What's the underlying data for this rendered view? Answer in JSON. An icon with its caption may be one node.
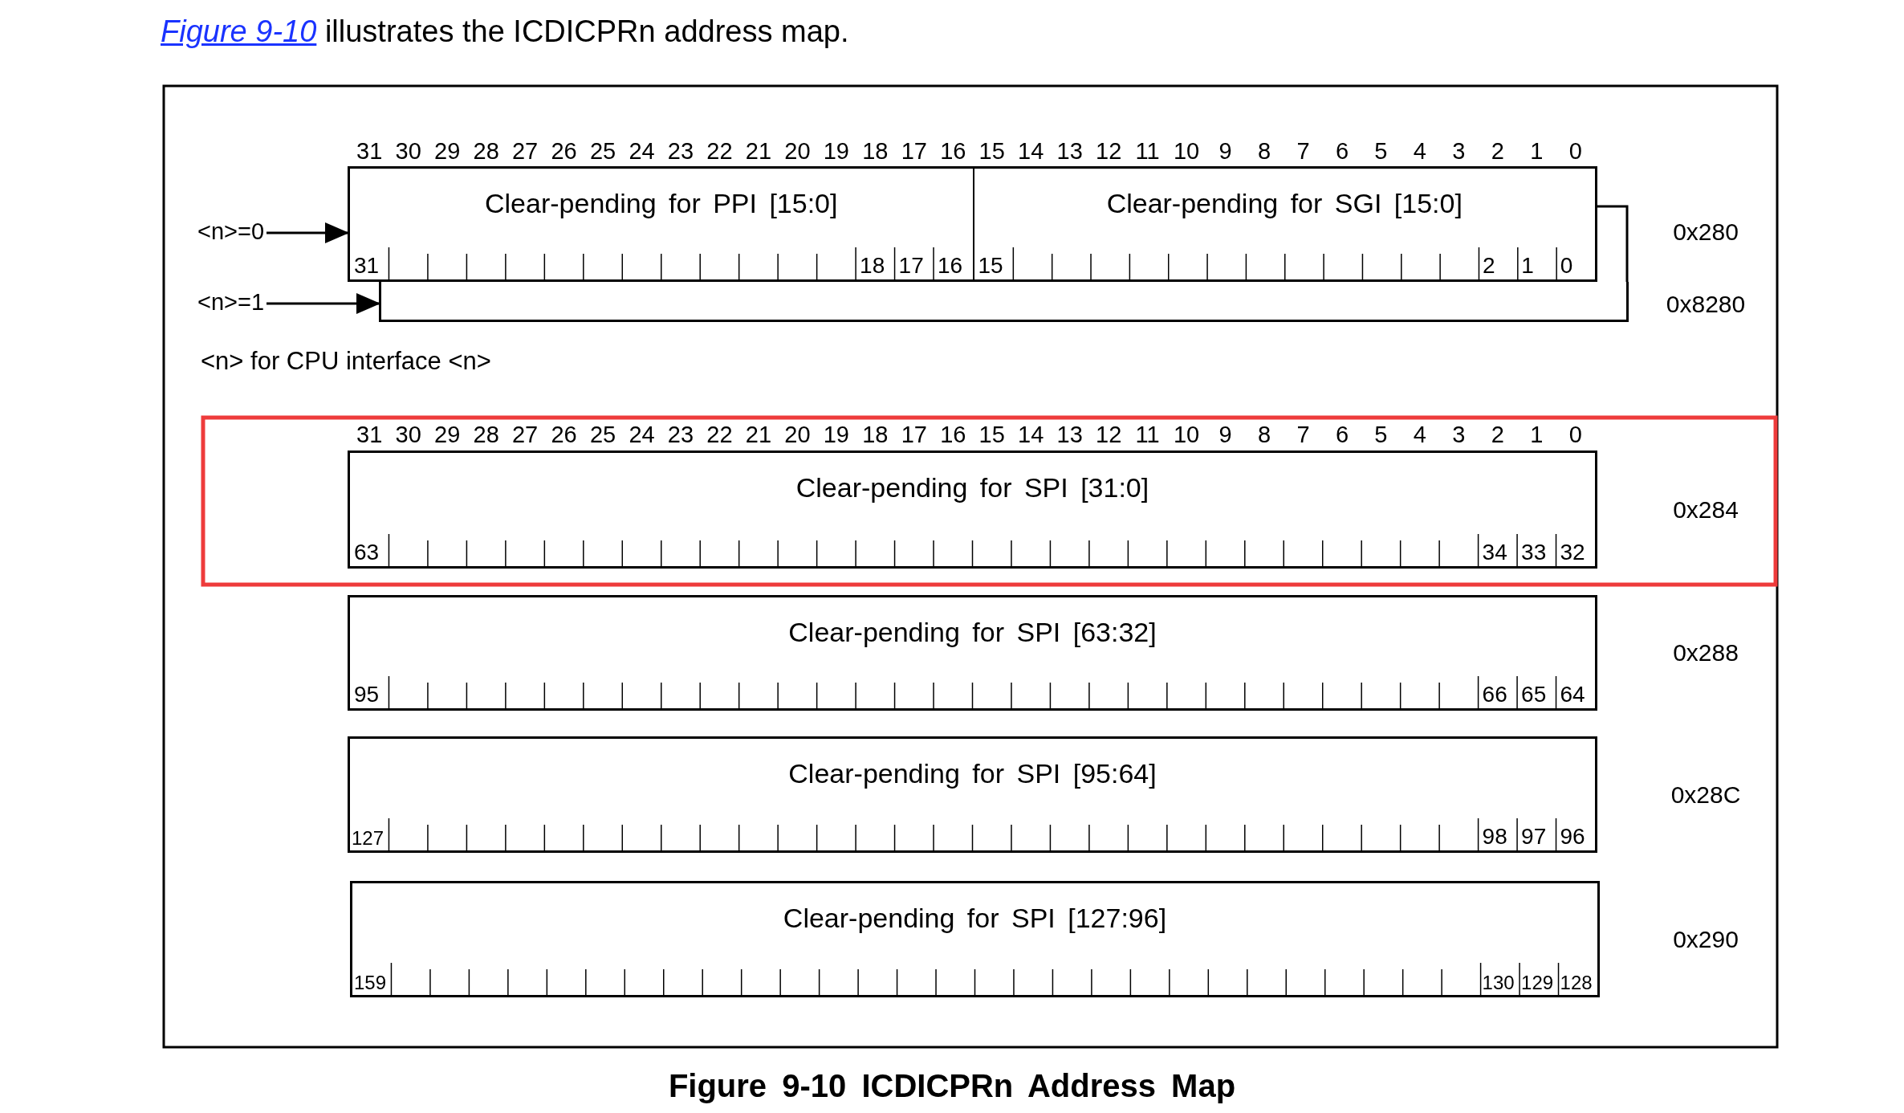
{
  "diagram": {
    "title": "*Figure 9-10* illustrates the ICDICPRn address map.",
    "caption": "Figure 9-10 ICDICPRn Address Map",
    "nodes": [
      {
        "text": [],
        "shape": "box",
        "beside": [
          "0x280"
        ]
      },
      {
        "text": [
          "Clear-pending for PPI [15:0]",
          "31",
          "18",
          "17",
          "16"
        ],
        "in": 0
      },
      {
        "text": [
          "Clear-pending for SGI [15:0]",
          "15",
          "2",
          "1",
          "0"
        ],
        "in": 0
      },
      {
        "text": [],
        "shape": "box",
        "beside": [
          "0x8280"
        ]
      },
      {
        "text": [
          "<n>=0"
        ]
      },
      {
        "text": [
          "<n>=1"
        ]
      },
      {
        "text": [
          "Clear-pending for SPI [31:0]",
          "63",
          "34",
          "33",
          "32"
        ],
        "beside": [
          "0x284"
        ]
      },
      {
        "text": [
          "Clear-pending for SPI [63:32]",
          "95",
          "66",
          "65",
          "64"
        ],
        "beside": [
          "0x288"
        ]
      },
      {
        "text": [
          "Clear-pending for SPI [95:64]",
          "127",
          "98",
          "97",
          "96"
        ],
        "beside": [
          "0x28C"
        ]
      },
      {
        "text": [
          "Clear-pending for SPI [127:96]",
          "159",
          "130",
          "129",
          "128"
        ],
        "beside": [
          "0x290"
        ]
      }
    ],
    "edges": [
      {
        "from": 4,
        "to": 0,
        "arrow": "to"
      },
      {
        "from": 5,
        "to": 3,
        "arrow": "to"
      }
    ],
    "labels": [
      "31",
      "30",
      "29",
      "28",
      "27",
      "26",
      "25",
      "24",
      "23",
      "22",
      "21",
      "20",
      "19",
      "18",
      "17",
      "16",
      "15",
      "14",
      "13",
      "12",
      "11",
      "10",
      "9",
      "8",
      "7",
      "6",
      "5",
      "4",
      "3",
      "2",
      "1",
      "0",
      "<n> for CPU interface <n>",
      "31",
      "30",
      "29",
      "28",
      "27",
      "26",
      "25",
      "24",
      "23",
      "22",
      "21",
      "20",
      "19",
      "18",
      "17",
      "16",
      "15",
      "14",
      "13",
      "12",
      "11",
      "10",
      "9",
      "8",
      "7",
      "6",
      "5",
      "4",
      "3",
      "2",
      "1",
      "0"
    ]
  }
}
